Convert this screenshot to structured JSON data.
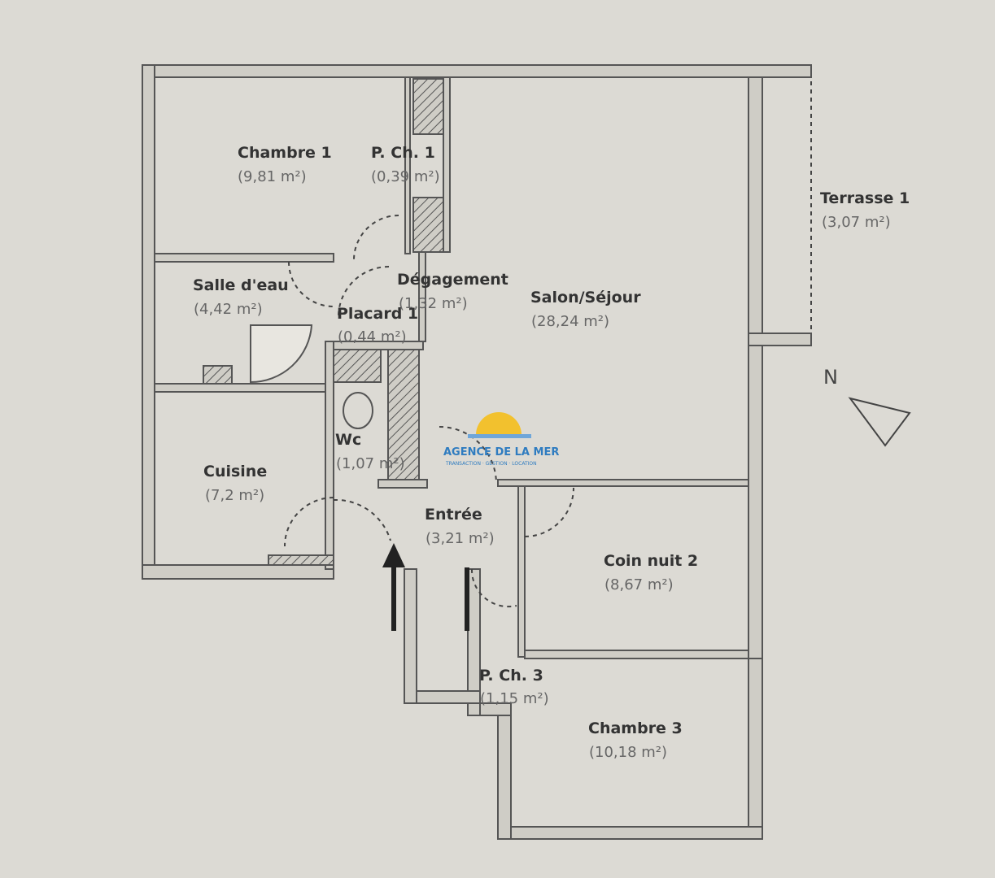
{
  "rooms": [
    {
      "name": "Chambre 1",
      "area": "(9,81 m²)"
    },
    {
      "name": "P. Ch. 1",
      "area": "(0,39 m²)"
    },
    {
      "name": "Salle d'eau",
      "area": "(4,42 m²)"
    },
    {
      "name": "Dégagement",
      "area": "(1,32 m²)"
    },
    {
      "name": "Placard 1",
      "area": "(0,44 m²)"
    },
    {
      "name": "Salon/Séjour",
      "area": "(28,24 m²)"
    },
    {
      "name": "Terrasse 1",
      "area": "(3,07 m²)"
    },
    {
      "name": "Wc",
      "area": "(1,07 m²)"
    },
    {
      "name": "Cuisine",
      "area": "(7,2 m²)"
    },
    {
      "name": "Entrée",
      "area": "(3,21 m²)"
    },
    {
      "name": "Coin nuit 2",
      "area": "(8,67 m²)"
    },
    {
      "name": "P. Ch. 3",
      "area": "(1,15 m²)"
    },
    {
      "name": "Chambre 3",
      "area": "(10,18 m²)"
    }
  ],
  "compass": {
    "label": "N"
  },
  "logo": {
    "name": "AGENCE DE LA MER",
    "tagline": "TRANSACTION · GESTION · LOCATION"
  },
  "colors": {
    "wall": "#cfcdc6",
    "paper": "#dcdad4",
    "logo_blue": "#2f7cc0",
    "logo_sun": "#f2c12e"
  }
}
